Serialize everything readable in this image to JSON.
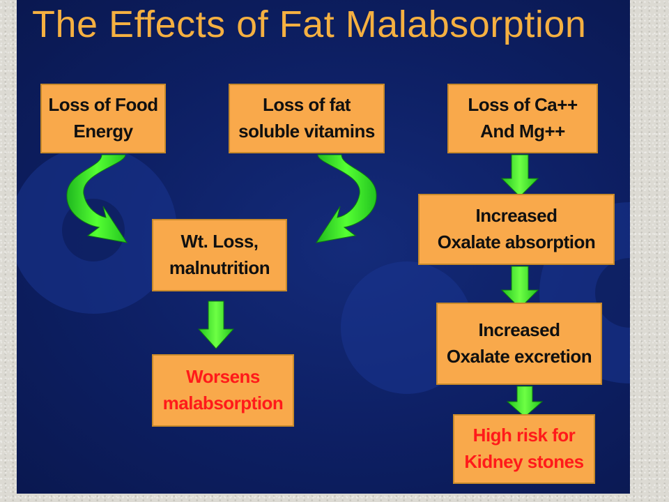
{
  "title": "The Effects of Fat Malabsorption",
  "colors": {
    "background": "#0d1f63",
    "title": "#f5b041",
    "box_fill": "#f9a94b",
    "box_border": "#c88a2a",
    "box_text": "#101010",
    "highlight_text": "#ff1a1a",
    "arrow": "#33ee22"
  },
  "nodes": {
    "food_energy": "Loss of Food\nEnergy",
    "fat_vitamins": "Loss of fat\nsoluble vitamins",
    "ca_mg": "Loss of Ca++\nAnd Mg++",
    "wt_loss": "Wt. Loss,\nmalnutrition",
    "worsens": "Worsens\nmalabsorption",
    "oxalate_absorption": "Increased\nOxalate absorption",
    "oxalate_excretion": "Increased\nOxalate excretion",
    "kidney_stones": "High risk for\nKidney stones"
  },
  "edges": [
    {
      "from": "food_energy",
      "to": "wt_loss",
      "style": "curved"
    },
    {
      "from": "fat_vitamins",
      "to": "wt_loss",
      "style": "curved"
    },
    {
      "from": "wt_loss",
      "to": "worsens",
      "style": "straight"
    },
    {
      "from": "ca_mg",
      "to": "oxalate_absorption",
      "style": "straight"
    },
    {
      "from": "oxalate_absorption",
      "to": "oxalate_excretion",
      "style": "straight"
    },
    {
      "from": "oxalate_excretion",
      "to": "kidney_stones",
      "style": "straight"
    }
  ]
}
